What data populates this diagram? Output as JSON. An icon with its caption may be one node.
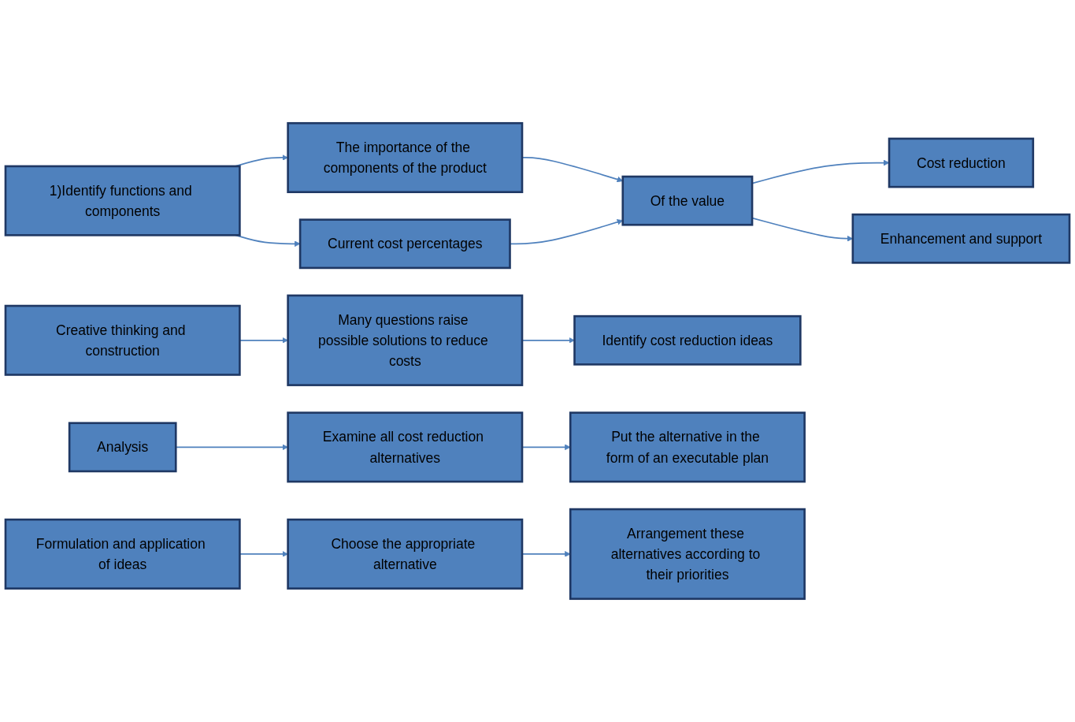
{
  "diagram": {
    "nodes": [
      {
        "text": [
          "1)Identify functions and components"
        ]
      },
      {
        "text": [
          "The importance of the components of the product"
        ]
      },
      {
        "text": [
          "Current cost percentages"
        ]
      },
      {
        "text": [
          "Of the value"
        ]
      },
      {
        "text": [
          "Cost reduction"
        ]
      },
      {
        "text": [
          "Enhancement and support"
        ]
      },
      {
        "text": [
          "Creative thinking and construction"
        ]
      },
      {
        "text": [
          "Many questions raise possible solutions to reduce costs"
        ]
      },
      {
        "text": [
          "Identify cost reduction ideas"
        ]
      },
      {
        "text": [
          "Analysis"
        ]
      },
      {
        "text": [
          "Examine all cost reduction alternatives"
        ]
      },
      {
        "text": [
          "Put the alternative in the form of an executable plan"
        ]
      },
      {
        "text": [
          "Formulation and application of ideas"
        ]
      },
      {
        "text": [
          "Choose the appropriate alternative"
        ]
      },
      {
        "text": [
          "Arrangement these alternatives according to their priorities"
        ]
      }
    ],
    "edges": [
      {
        "from": 0,
        "to": 1,
        "arrow": "to"
      },
      {
        "from": 0,
        "to": 2,
        "arrow": "to"
      },
      {
        "from": 1,
        "to": 3,
        "arrow": "to"
      },
      {
        "from": 2,
        "to": 3,
        "arrow": "to"
      },
      {
        "from": 3,
        "to": 4,
        "arrow": "to"
      },
      {
        "from": 3,
        "to": 5,
        "arrow": "to"
      },
      {
        "from": 6,
        "to": 7,
        "arrow": "to"
      },
      {
        "from": 7,
        "to": 8,
        "arrow": "to"
      },
      {
        "from": 9,
        "to": 10,
        "arrow": "to"
      },
      {
        "from": 10,
        "to": 11,
        "arrow": "to"
      },
      {
        "from": 12,
        "to": 13,
        "arrow": "to"
      },
      {
        "from": 13,
        "to": 14,
        "arrow": "to"
      }
    ]
  }
}
